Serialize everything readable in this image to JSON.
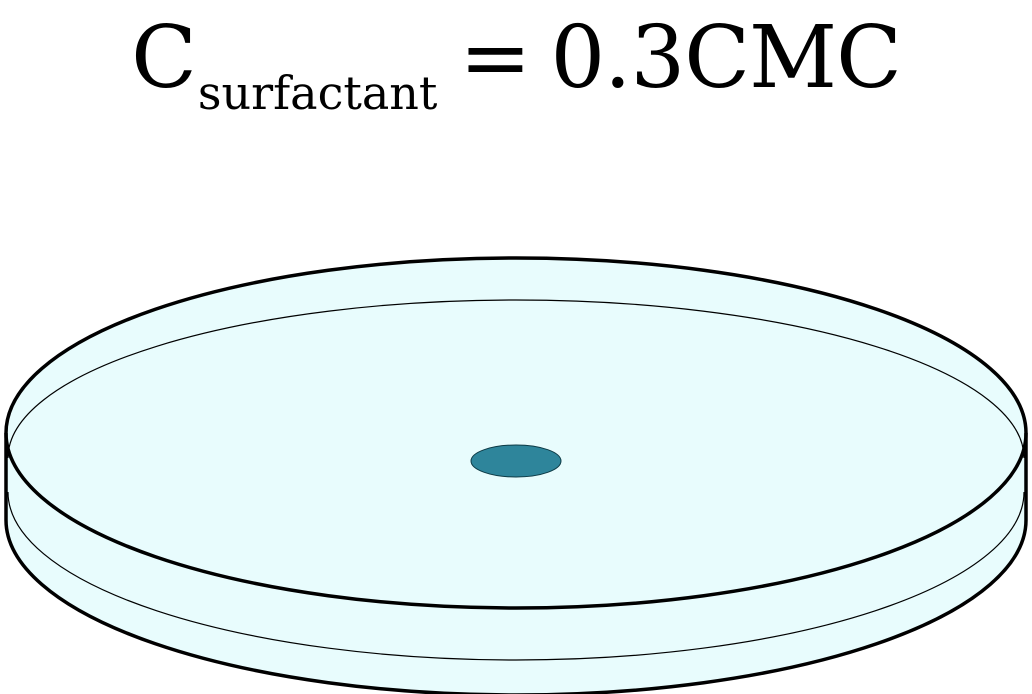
{
  "equation": {
    "symbol": "C",
    "subscript": "surfactant",
    "operator": "=",
    "value": "0.3CMC"
  },
  "colors": {
    "liquid": "#e8fcfd",
    "drop_fill": "#2e859b",
    "outline": "#000000"
  }
}
